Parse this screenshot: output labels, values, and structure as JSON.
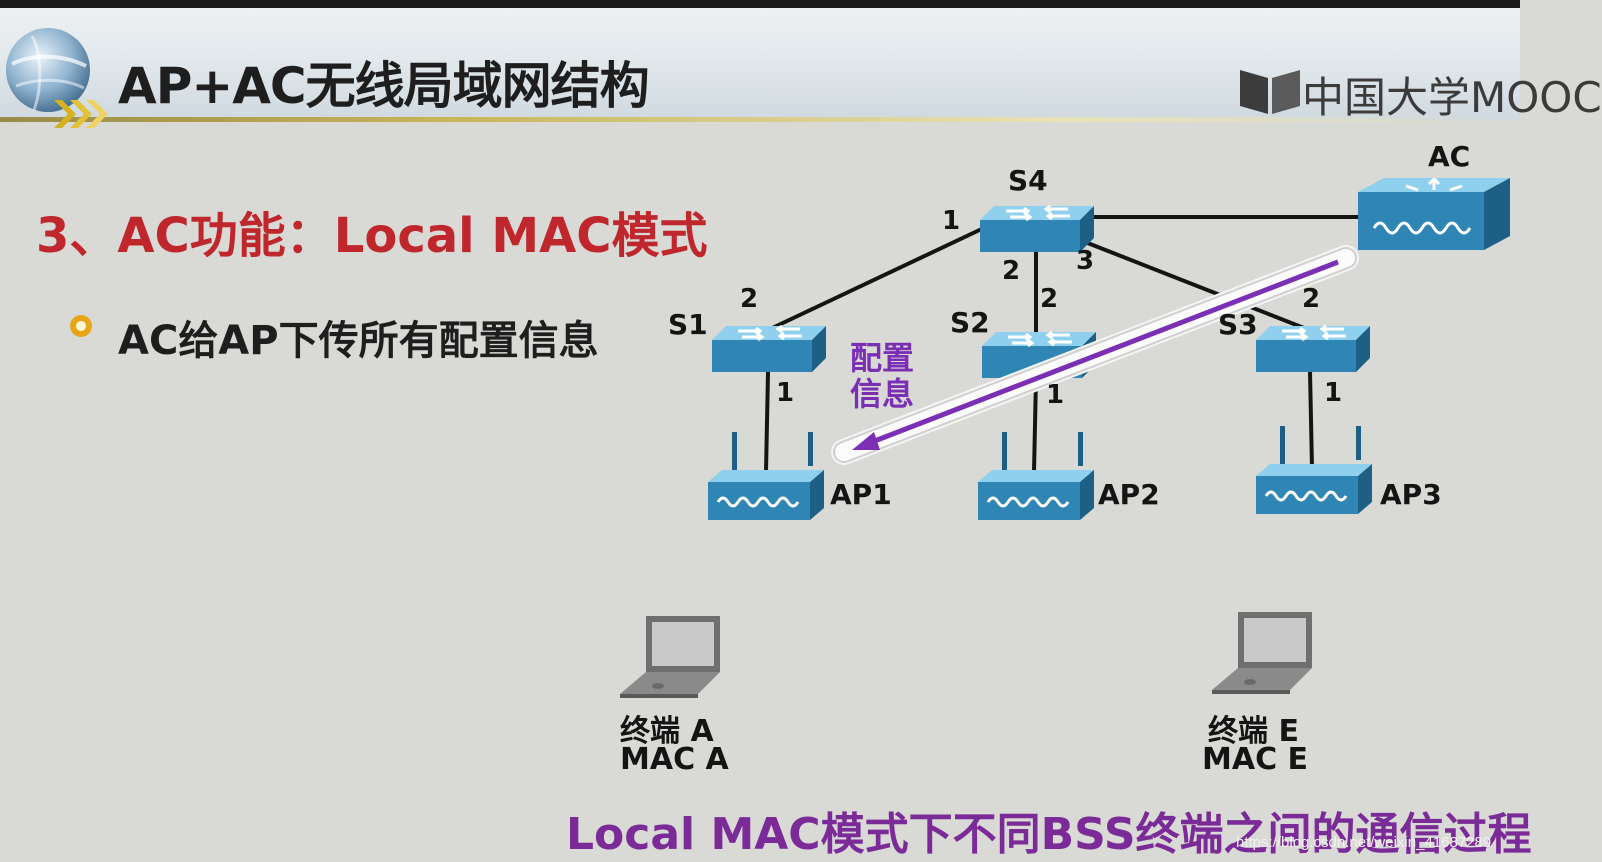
{
  "slide": {
    "title": "AP+AC无线局域网结构",
    "logo_text": "中国大学MOOC",
    "section_heading": "3、AC功能：Local MAC模式",
    "bullet_text": "AC给AP下传所有配置信息",
    "caption": "Local MAC模式下不同BSS终端之间的通信过程",
    "watermark": "https://blog.csdn.net/weixin_41687289"
  },
  "diagram": {
    "devices": {
      "s4": "S4",
      "ac": "AC",
      "s1": "S1",
      "s2": "S2",
      "s3": "S3",
      "ap1": "AP1",
      "ap2": "AP2",
      "ap3": "AP3"
    },
    "ports": {
      "s4_s1": "1",
      "s1_s4": "2",
      "s4_s2": "2",
      "s2_s4": "2",
      "s4_s3": "3",
      "s3_s4": "2",
      "s1_ap1": "1",
      "s2_ap2": "1",
      "s3_ap3": "1"
    },
    "flow_label_line1": "配置",
    "flow_label_line2": "信息",
    "terminal_a": {
      "name": "终端 A",
      "mac": "MAC A"
    },
    "terminal_e": {
      "name": "终端 E",
      "mac": "MAC E"
    }
  },
  "colors": {
    "device_blue": "#2f86b5",
    "flow_arrow": "#7a2fb5",
    "section_red": "#c0272d",
    "caption_purple": "#7b2b97"
  }
}
